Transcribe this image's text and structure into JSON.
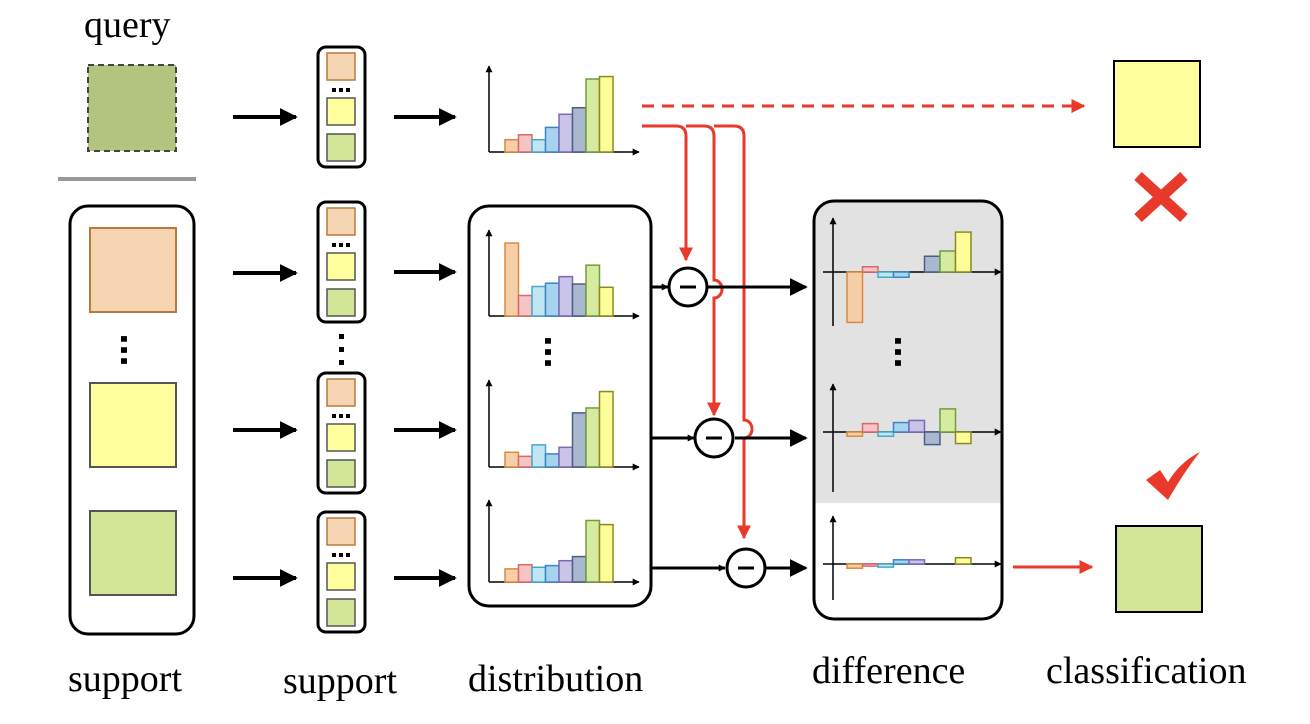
{
  "labels": {
    "query": "query",
    "support_left": "support",
    "support_mid": "support",
    "distribution": "distribution",
    "difference": "difference",
    "classification": "classification"
  },
  "palette": {
    "bins": [
      "#f6cfa9",
      "#f5c4c4",
      "#bfe6f2",
      "#a8d3ee",
      "#c9c4e8",
      "#a9b8d0",
      "#d6eaa0",
      "#fdfd9a"
    ],
    "bin_borders": [
      "#d98a40",
      "#d96a6a",
      "#4aa8c8",
      "#3b86c4",
      "#7a68b8",
      "#4a5f82",
      "#6f9e3a",
      "#8a8a20"
    ],
    "query_square": "#b3c47f",
    "orange_square": "#f6d5b2",
    "yellow_square": "#fefe9c",
    "green_square": "#d3e597",
    "red": "#e8392a"
  },
  "histograms": {
    "query": [
      1.5,
      2.1,
      1.5,
      3.0,
      4.6,
      5.4,
      8.9,
      9.2
    ],
    "support_orange": [
      8.9,
      2.5,
      3.6,
      4.0,
      4.8,
      3.9,
      6.2,
      3.5
    ],
    "support_yellow": [
      1.8,
      1.3,
      2.7,
      1.6,
      2.4,
      6.6,
      7.2,
      9.2
    ],
    "support_green": [
      1.6,
      2.1,
      1.8,
      2.0,
      2.6,
      3.1,
      7.5,
      7.0
    ]
  },
  "differences": {
    "orange": [
      -4.8,
      0.5,
      -0.5,
      -0.5,
      0,
      1.5,
      2.0,
      3.8
    ],
    "yellow": [
      -0.4,
      0.8,
      -0.4,
      0.9,
      1.1,
      -1.2,
      2.2,
      -1.1
    ],
    "green": [
      -0.4,
      -0.2,
      -0.3,
      0.4,
      0.4,
      0,
      0,
      0.6
    ]
  },
  "icons": {
    "minus": "circle-minus-icon",
    "wrong": "cross-mark-icon",
    "right": "check-mark-icon"
  }
}
